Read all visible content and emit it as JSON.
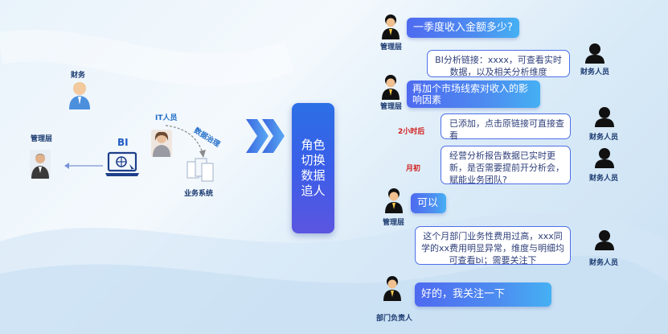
{
  "left": {
    "finance_label": "财务",
    "it_label": "IT人员",
    "manager_label": "管理层",
    "bi_label": "BI",
    "data_governance_label": "数据治理",
    "business_system_label": "业务系统"
  },
  "center": {
    "text": "角色切换数据追人"
  },
  "chat": {
    "q1": "一季度收入金额多少?",
    "q1_role": "管理层",
    "a1": "BI分析链接：xxxx，可查看实时数据，以及相关分析维度",
    "a1_role": "财务人员",
    "q2": "再加个市场线索对收入的影响因素",
    "q2_role": "管理层",
    "t1": "2小时后",
    "a2": "已添加，点击原链接可直接查看",
    "a2_role": "财务人员",
    "t2": "月初",
    "a3": "经营分析报告数据已实时更新，是否需要提前开分析会，赋能业务团队?",
    "a3_role": "财务人员",
    "q3": "可以",
    "q3_role": "管理层",
    "a4": "这个月部门业务性费用过高，xxx同学的xx费用明显异常，维度与明细均可查看bi；需要关注下",
    "a4_role": "财务人员",
    "q4": "好的，我关注一下",
    "q4_role": "部门负责人"
  },
  "colors": {
    "accent_blue": "#3b5ee8",
    "bubble_border": "#4e6ee8",
    "time_red": "#d22020",
    "label_navy": "#1a3a70"
  }
}
